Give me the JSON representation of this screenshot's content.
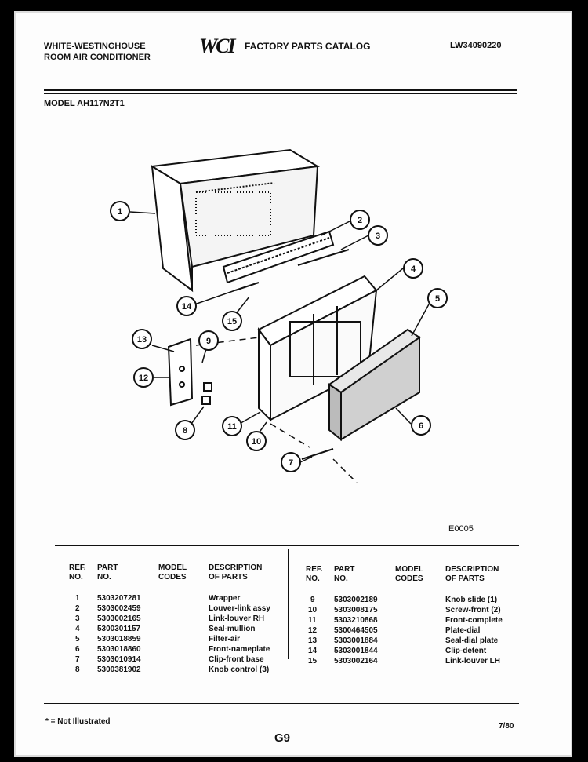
{
  "header": {
    "brand_line1": "WHITE-WESTINGHOUSE",
    "brand_line2": "ROOM AIR CONDITIONER",
    "logo": "WCI",
    "catalog_title": "FACTORY PARTS CATALOG",
    "doc_number": "LW34090220"
  },
  "model_line": "MODEL AH117N2T1",
  "figure_ref": "E0005",
  "callouts": [
    "1",
    "2",
    "3",
    "4",
    "5",
    "6",
    "7",
    "8",
    "9",
    "10",
    "11",
    "12",
    "13",
    "14",
    "15"
  ],
  "table": {
    "col_ref": "REF.\nNO.",
    "col_part": "PART\nNO.",
    "col_model": "MODEL\nCODES",
    "col_desc": "DESCRIPTION\nOF PARTS",
    "left_rows": [
      {
        "ref": "1",
        "part": "5303207281",
        "desc": "Wrapper"
      },
      {
        "ref": "2",
        "part": "5303002459",
        "desc": "Louver-link assy"
      },
      {
        "ref": "3",
        "part": "5303002165",
        "desc": "Link-louver RH"
      },
      {
        "ref": "4",
        "part": "5300301157",
        "desc": "Seal-mullion"
      },
      {
        "ref": "5",
        "part": "5303018859",
        "desc": "Filter-air"
      },
      {
        "ref": "6",
        "part": "5303018860",
        "desc": "Front-nameplate"
      },
      {
        "ref": "7",
        "part": "5303010914",
        "desc": "Clip-front base"
      },
      {
        "ref": "8",
        "part": "5300381902",
        "desc": "Knob control (3)"
      }
    ],
    "right_rows": [
      {
        "ref": "9",
        "part": "5303002189",
        "desc": "Knob slide (1)"
      },
      {
        "ref": "10",
        "part": "5303008175",
        "desc": "Screw-front (2)"
      },
      {
        "ref": "11",
        "part": "5303210868",
        "desc": "Front-complete"
      },
      {
        "ref": "12",
        "part": "5300464505",
        "desc": "Plate-dial"
      },
      {
        "ref": "13",
        "part": "5303001884",
        "desc": "Seal-dial plate"
      },
      {
        "ref": "14",
        "part": "5303001844",
        "desc": "Clip-detent"
      },
      {
        "ref": "15",
        "part": "5303002164",
        "desc": "Link-louver LH"
      }
    ]
  },
  "footer": {
    "note": "* = Not Illustrated",
    "page": "G9",
    "date": "7/80"
  }
}
